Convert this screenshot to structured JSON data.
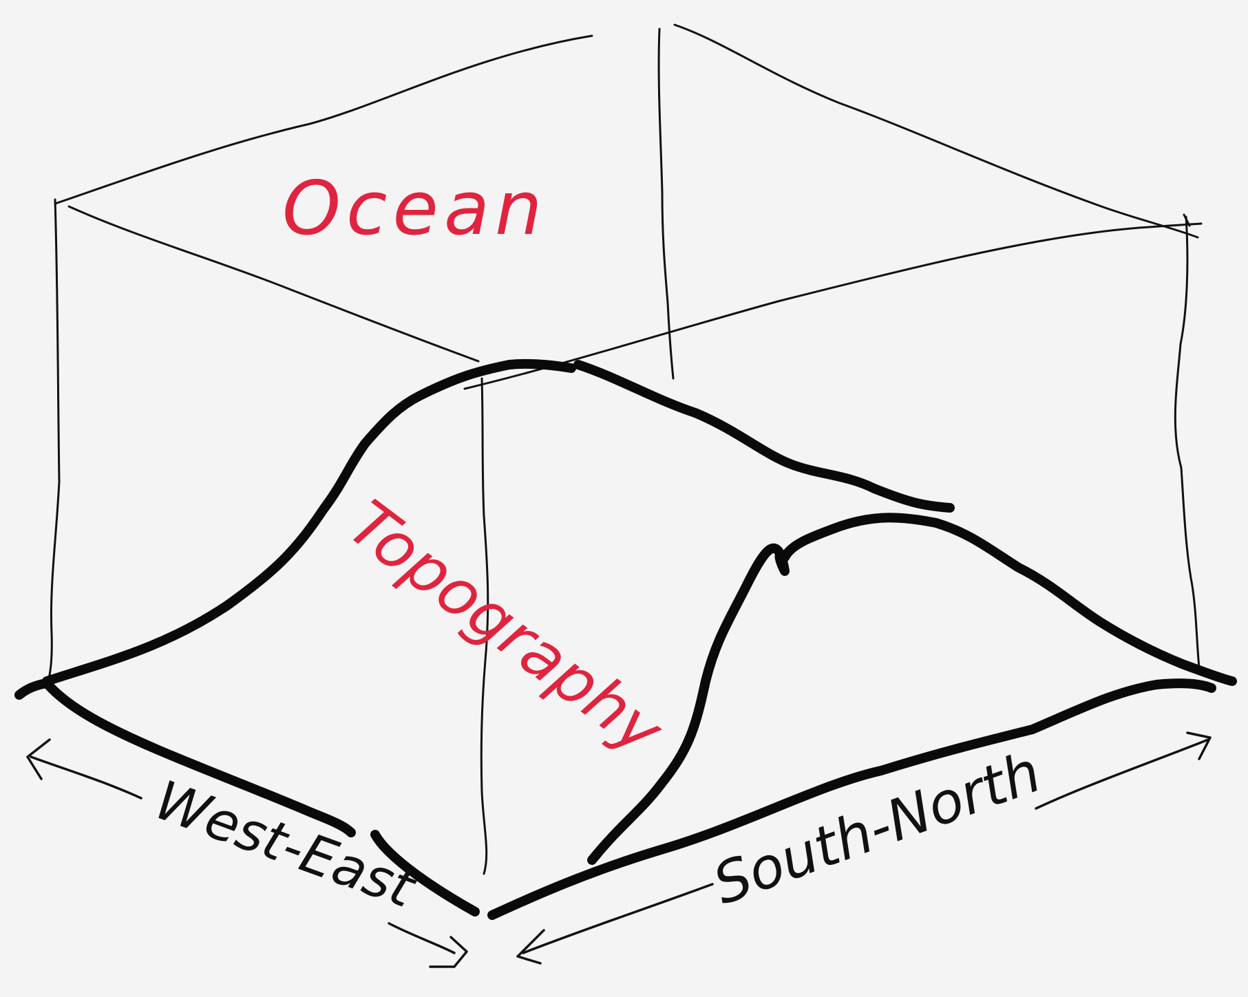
{
  "labels": {
    "ocean": "Ocean",
    "topography": "Topography",
    "west_east": "West-East",
    "south_north": "South-North"
  },
  "colors": {
    "background": "#f4f4f4",
    "ink": "#111111",
    "accent": "#e0243f"
  }
}
